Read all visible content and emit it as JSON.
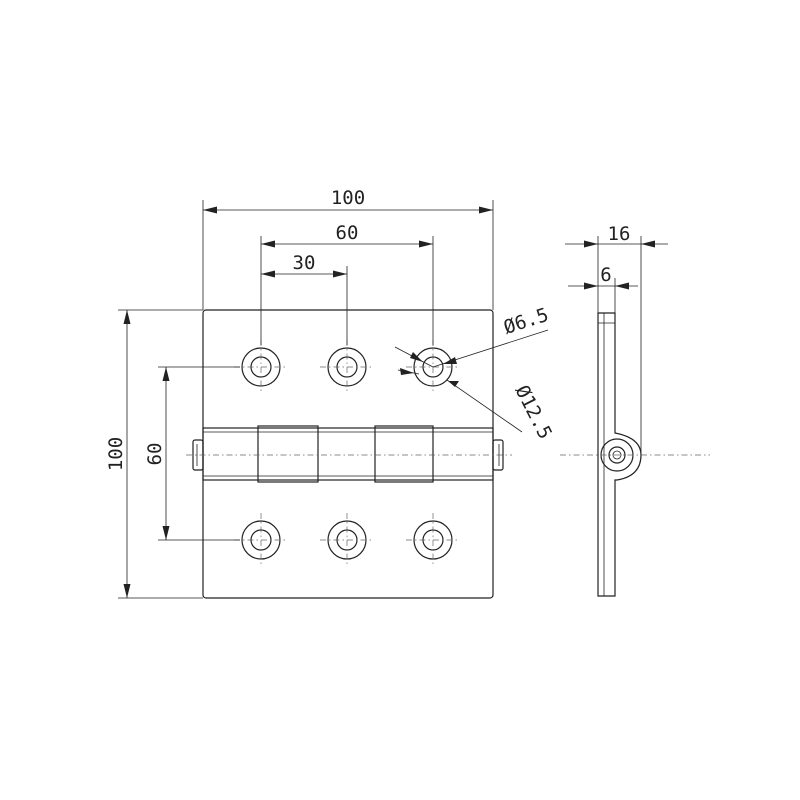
{
  "dimensions": {
    "overall_width": "100",
    "hole_spacing_outer": "60",
    "hole_spacing_inner": "30",
    "overall_height": "100",
    "hole_row_spacing": "60",
    "hole_diameter": "Ø6.5",
    "counterbore_diameter": "Ø12.5",
    "side_total_thickness": "16",
    "side_plate_thickness": "6"
  }
}
